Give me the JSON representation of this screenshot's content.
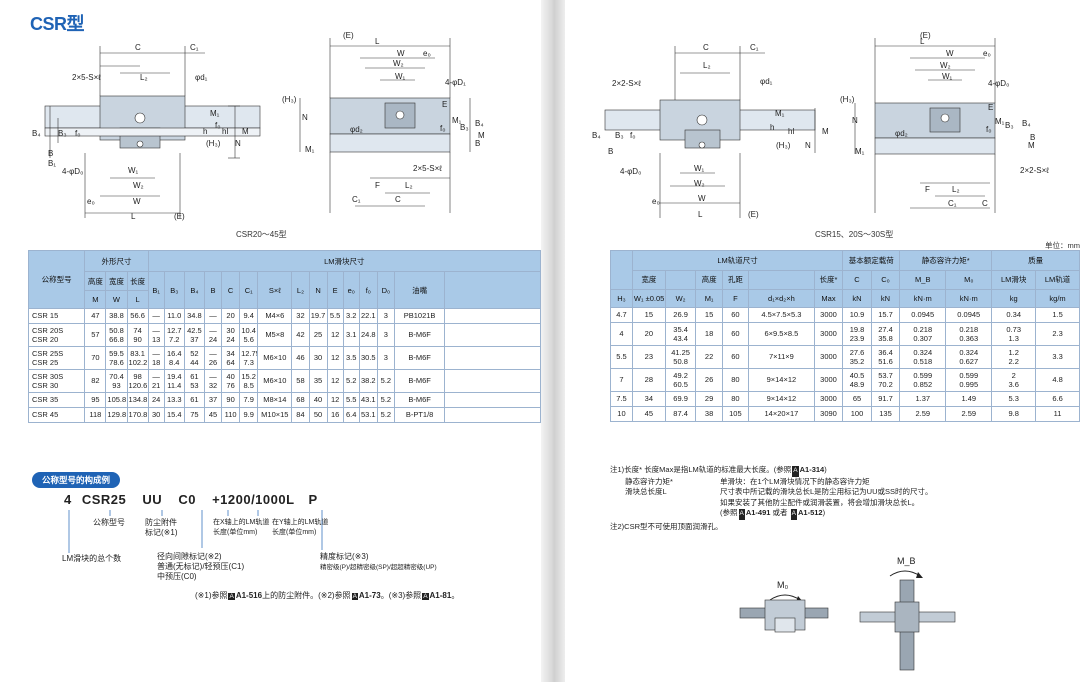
{
  "title": "CSR型",
  "captions": {
    "left_figure": "CSR20～45型",
    "right_figure": "CSR15、20S～30S型",
    "unit": "单位：mm"
  },
  "left_table": {
    "group_headers": [
      "公称型号",
      "外形尺寸",
      "LM滑块尺寸"
    ],
    "sub_headers_1": [
      "高度",
      "宽度",
      "长度"
    ],
    "sub_headers_2": [
      "M",
      "W",
      "L",
      "B₁",
      "B₃",
      "B₄",
      "B",
      "C",
      "C₁",
      "S×ℓ",
      "L₂",
      "N",
      "E",
      "e₀",
      "f₀",
      "D₀",
      "油嘴"
    ],
    "rows": [
      {
        "type": "one",
        "model": [
          "CSR 15"
        ],
        "cells": [
          [
            "47"
          ],
          [
            "38.8"
          ],
          [
            "56.6"
          ],
          [
            "—"
          ],
          [
            "11.0"
          ],
          [
            "34.8"
          ],
          [
            "—"
          ],
          [
            "20"
          ],
          [
            "9.4"
          ],
          [
            "M4×6"
          ],
          [
            "32"
          ],
          [
            "19.7"
          ],
          [
            "5.5"
          ],
          [
            "3.2"
          ],
          [
            "22.1"
          ],
          [
            "3"
          ],
          [
            "PB1021B"
          ]
        ]
      },
      {
        "type": "two",
        "model": [
          "CSR 20S",
          "CSR 20"
        ],
        "cells": [
          [
            "57"
          ],
          [
            "50.8",
            "66.8"
          ],
          [
            "74",
            "90"
          ],
          [
            "—",
            "13"
          ],
          [
            "12.7",
            "7.2"
          ],
          [
            "42.5",
            "37"
          ],
          [
            "—",
            "24"
          ],
          [
            "30",
            "24"
          ],
          [
            "10.4",
            "5.6"
          ],
          [
            "M5×8"
          ],
          [
            "42"
          ],
          [
            "25"
          ],
          [
            "12"
          ],
          [
            "3.1"
          ],
          [
            "24.8"
          ],
          [
            "3"
          ],
          [
            "B-M6F"
          ]
        ]
      },
      {
        "type": "two",
        "model": [
          "CSR 25S",
          "CSR 25"
        ],
        "cells": [
          [
            "70"
          ],
          [
            "59.5",
            "78.6"
          ],
          [
            "83.1",
            "102.2"
          ],
          [
            "—",
            "18"
          ],
          [
            "16.4",
            "8.4"
          ],
          [
            "52",
            "44"
          ],
          [
            "—",
            "26"
          ],
          [
            "34",
            "64"
          ],
          [
            "12.75",
            "7.3"
          ],
          [
            "M6×10"
          ],
          [
            "46"
          ],
          [
            "30"
          ],
          [
            "12"
          ],
          [
            "3.5"
          ],
          [
            "30.5"
          ],
          [
            "3"
          ],
          [
            "B-M6F"
          ]
        ]
      },
      {
        "type": "two",
        "model": [
          "CSR 30S",
          "CSR 30"
        ],
        "cells": [
          [
            "82"
          ],
          [
            "70.4",
            "93"
          ],
          [
            "98",
            "120.6"
          ],
          [
            "—",
            "21"
          ],
          [
            "19.4",
            "11.4"
          ],
          [
            "61",
            "53"
          ],
          [
            "—",
            "32"
          ],
          [
            "40",
            "76"
          ],
          [
            "15.2",
            "8.5"
          ],
          [
            "M6×10"
          ],
          [
            "58"
          ],
          [
            "35"
          ],
          [
            "12"
          ],
          [
            "5.2"
          ],
          [
            "38.2"
          ],
          [
            "5.2"
          ],
          [
            "B-M6F"
          ]
        ]
      },
      {
        "type": "one",
        "model": [
          "CSR 35"
        ],
        "cells": [
          [
            "95"
          ],
          [
            "105.8"
          ],
          [
            "134.8"
          ],
          [
            "24"
          ],
          [
            "13.3"
          ],
          [
            "61"
          ],
          [
            "37"
          ],
          [
            "90"
          ],
          [
            "7.9"
          ],
          [
            "M8×14"
          ],
          [
            "68"
          ],
          [
            "40"
          ],
          [
            "12"
          ],
          [
            "5.5"
          ],
          [
            "43.1"
          ],
          [
            "5.2"
          ],
          [
            "B-M6F"
          ]
        ]
      },
      {
        "type": "one",
        "model": [
          "CSR 45"
        ],
        "cells": [
          [
            "118"
          ],
          [
            "129.8"
          ],
          [
            "170.8"
          ],
          [
            "30"
          ],
          [
            "15.4"
          ],
          [
            "75"
          ],
          [
            "45"
          ],
          [
            "110"
          ],
          [
            "9.9"
          ],
          [
            "M10×15"
          ],
          [
            "84"
          ],
          [
            "50"
          ],
          [
            "16"
          ],
          [
            "6.4"
          ],
          [
            "53.1"
          ],
          [
            "5.2"
          ],
          [
            "B-PT1/8"
          ]
        ]
      }
    ]
  },
  "right_table": {
    "group_headers": [
      "LM轨道尺寸",
      "基本额定载荷",
      "静态容许力矩*",
      "质量"
    ],
    "sub_headers_1": [
      "宽度",
      "高度",
      "孔距",
      "长度*"
    ],
    "sub_headers_2": [
      "H₃",
      "W₁ ±0.05",
      "W₂",
      "M₁",
      "F",
      "d₁×d₂×h",
      "Max",
      "C",
      "C₀",
      "M_B",
      "M₀",
      "LM滑块",
      "LM轨道"
    ],
    "sub_units": [
      "",
      "",
      "",
      "",
      "",
      "",
      "",
      "kN",
      "kN",
      "kN·m",
      "kN·m",
      "kg",
      "kg/m"
    ],
    "rows": [
      {
        "type": "one",
        "cells": [
          [
            "4.7"
          ],
          [
            "15"
          ],
          [
            "26.9"
          ],
          [
            "15"
          ],
          [
            "60"
          ],
          [
            "4.5×7.5×5.3"
          ],
          [
            "3000"
          ],
          [
            "10.9"
          ],
          [
            "15.7"
          ],
          [
            "0.0945"
          ],
          [
            "0.0945"
          ],
          [
            "0.34"
          ],
          [
            "1.5"
          ]
        ]
      },
      {
        "type": "two",
        "cells": [
          [
            "4"
          ],
          [
            "20"
          ],
          [
            "35.4",
            "43.4"
          ],
          [
            "18"
          ],
          [
            "60"
          ],
          [
            "6×9.5×8.5"
          ],
          [
            "3000"
          ],
          [
            "19.8",
            "23.9"
          ],
          [
            "27.4",
            "35.8"
          ],
          [
            "0.218",
            "0.307"
          ],
          [
            "0.218",
            "0.363"
          ],
          [
            "0.73",
            "1.3"
          ],
          [
            "2.3"
          ]
        ]
      },
      {
        "type": "two",
        "cells": [
          [
            "5.5"
          ],
          [
            "23"
          ],
          [
            "41.25",
            "50.8"
          ],
          [
            "22"
          ],
          [
            "60"
          ],
          [
            "7×11×9"
          ],
          [
            "3000"
          ],
          [
            "27.6",
            "35.2"
          ],
          [
            "36.4",
            "51.6"
          ],
          [
            "0.324",
            "0.518"
          ],
          [
            "0.324",
            "0.627"
          ],
          [
            "1.2",
            "2.2"
          ],
          [
            "3.3"
          ]
        ]
      },
      {
        "type": "two",
        "cells": [
          [
            "7"
          ],
          [
            "28"
          ],
          [
            "49.2",
            "60.5"
          ],
          [
            "26"
          ],
          [
            "80"
          ],
          [
            "9×14×12"
          ],
          [
            "3000"
          ],
          [
            "40.5",
            "48.9"
          ],
          [
            "53.7",
            "70.2"
          ],
          [
            "0.599",
            "0.852"
          ],
          [
            "0.599",
            "0.995"
          ],
          [
            "2",
            "3.6"
          ],
          [
            "4.8"
          ]
        ]
      },
      {
        "type": "one",
        "cells": [
          [
            "7.5"
          ],
          [
            "34"
          ],
          [
            "69.9"
          ],
          [
            "29"
          ],
          [
            "80"
          ],
          [
            "9×14×12"
          ],
          [
            "3000"
          ],
          [
            "65"
          ],
          [
            "91.7"
          ],
          [
            "1.37"
          ],
          [
            "1.49"
          ],
          [
            "5.3"
          ],
          [
            "6.6"
          ]
        ]
      },
      {
        "type": "one",
        "cells": [
          [
            "10"
          ],
          [
            "45"
          ],
          [
            "87.4"
          ],
          [
            "38"
          ],
          [
            "105"
          ],
          [
            "14×20×17"
          ],
          [
            "3090"
          ],
          [
            "100"
          ],
          [
            "135"
          ],
          [
            "2.59"
          ],
          [
            "2.59"
          ],
          [
            "9.8"
          ],
          [
            "11"
          ]
        ]
      }
    ]
  },
  "notes": {
    "n1_label": "注1)长度*",
    "n1_text": "长度Max是指LM轨道的标准最大长度。(参照",
    "n1_ref": "A1-314",
    "n1_end": ")",
    "static_label": "静态容许力矩*",
    "static_text": "单滑块：在1个LM滑块情况下的静态容许力矩",
    "total_label": "滑块总长度L",
    "total_text1": "尺寸表中所记载的滑块总长L是防尘用标记为UU或SS时的尺寸。",
    "total_text2": "如果安装了其他防尘配件或润滑装置，将会增加滑块总长L。",
    "total_ref_pre": "(参照",
    "total_ref1": "A1-491",
    "total_ref_mid": "或者",
    "total_ref2": "A1-512",
    "total_ref_end": ")",
    "n2": "注2)CSR型不可使用顶面润滑孔。"
  },
  "model_example": {
    "badge": "公称型号的构成例",
    "code": [
      "4",
      "CSR25",
      "UU",
      "C0",
      "+1200/1000L",
      "P"
    ],
    "labels": {
      "model": "公称型号",
      "dust": "防尘附件",
      "dust2": "标记(※1)",
      "x_rail": "在X轴上的LM轨道",
      "x_rail2": "长度(单位mm)",
      "y_rail": "在Y轴上的LM轨道",
      "y_rail2": "长度(单位mm)",
      "count": "LM滑块的总个数",
      "clearance": "径向间隙标记(※2)",
      "clearance2": "普通(无标记)/轻预压(C1)",
      "clearance3": "中预压(C0)",
      "precision": "精度标记(※3)",
      "precision2": "精密级(P)/超精密级(SP)/超超精密级(UP)"
    },
    "ref": {
      "pre": "(※1)参照",
      "r1": "A1-516",
      "t1": "上的防尘附件。(※2)参照",
      "r2": "A1-73",
      "t2": "。(※3)参照",
      "r3": "A1-81",
      "end": "。"
    }
  },
  "moment_labels": {
    "mo": "M₀",
    "mb": "M_B"
  },
  "colors": {
    "accent": "#1f63b5",
    "header": "#a9c9e7",
    "border": "#9cb3cf"
  }
}
